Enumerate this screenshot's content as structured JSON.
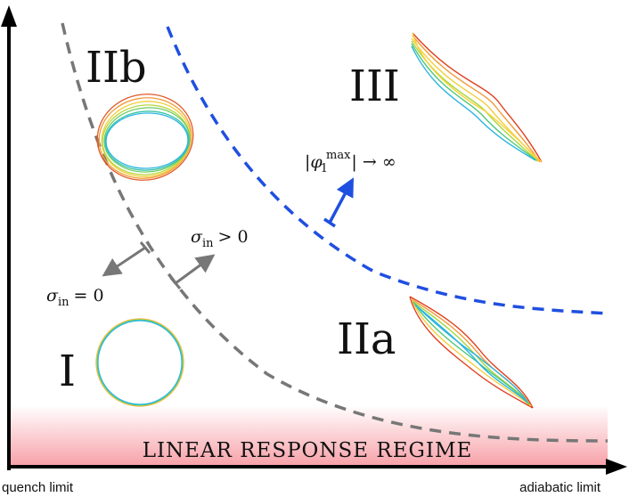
{
  "diagram": {
    "regions": {
      "I": "I",
      "IIa": "IIa",
      "IIb": "IIb",
      "III": "III"
    },
    "linear_band": "LINEAR RESPONSE REGIME",
    "axis_labels": {
      "left": "quench limit",
      "right": "adiabatic limit"
    },
    "annotations": {
      "sigma_zero": {
        "sym": "σ",
        "sub": "in",
        "rel": "= 0"
      },
      "sigma_pos": {
        "sym": "σ",
        "sub": "in",
        "rel": "> 0"
      },
      "phi_max": {
        "open": "|",
        "sym": "φ",
        "sub": "1",
        "sup": "max",
        "close": "| → ∞"
      }
    },
    "colors": {
      "gray_curve": "#777777",
      "blue_curve": "#1f4fe0",
      "band_top": "#ffffff",
      "band_bottom": "#f7a1a8",
      "axes": "#000000"
    }
  }
}
